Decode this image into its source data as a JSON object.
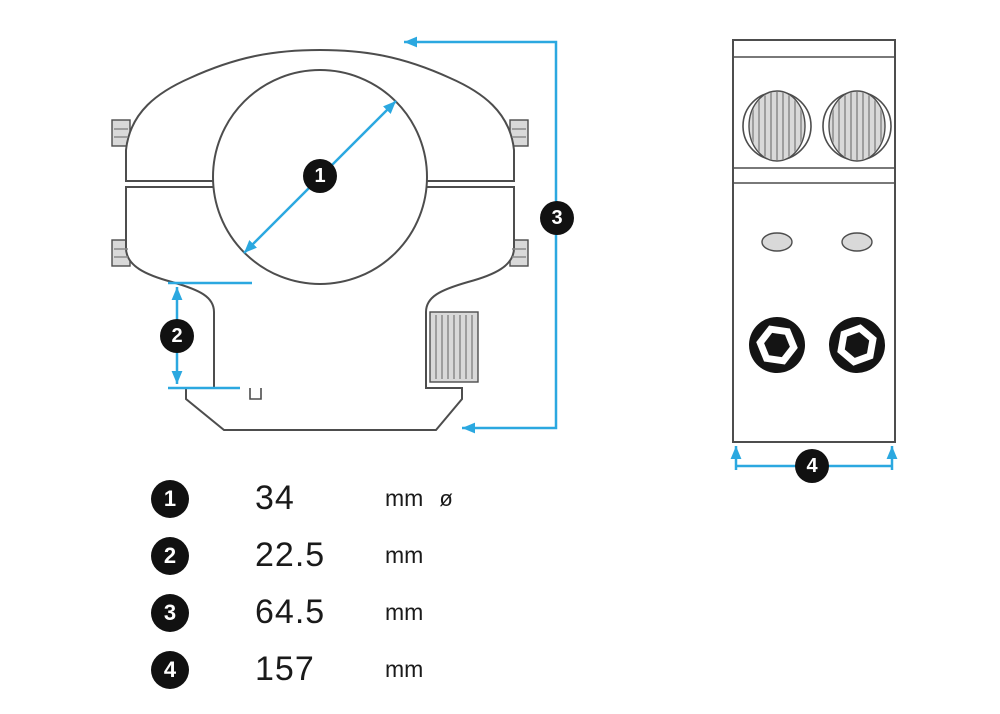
{
  "colors": {
    "accent": "#2BA8E0",
    "badge": "#111111",
    "outline": "#4D4D4D"
  },
  "callouts": {
    "c1": "1",
    "c2": "2",
    "c3": "3",
    "c4": "4"
  },
  "legend": {
    "rows": [
      {
        "id": "1",
        "value": "34",
        "unit": "mm",
        "suffix": "ø"
      },
      {
        "id": "2",
        "value": "22.5",
        "unit": "mm",
        "suffix": ""
      },
      {
        "id": "3",
        "value": "64.5",
        "unit": "mm",
        "suffix": ""
      },
      {
        "id": "4",
        "value": "157",
        "unit": "mm",
        "suffix": ""
      }
    ]
  }
}
